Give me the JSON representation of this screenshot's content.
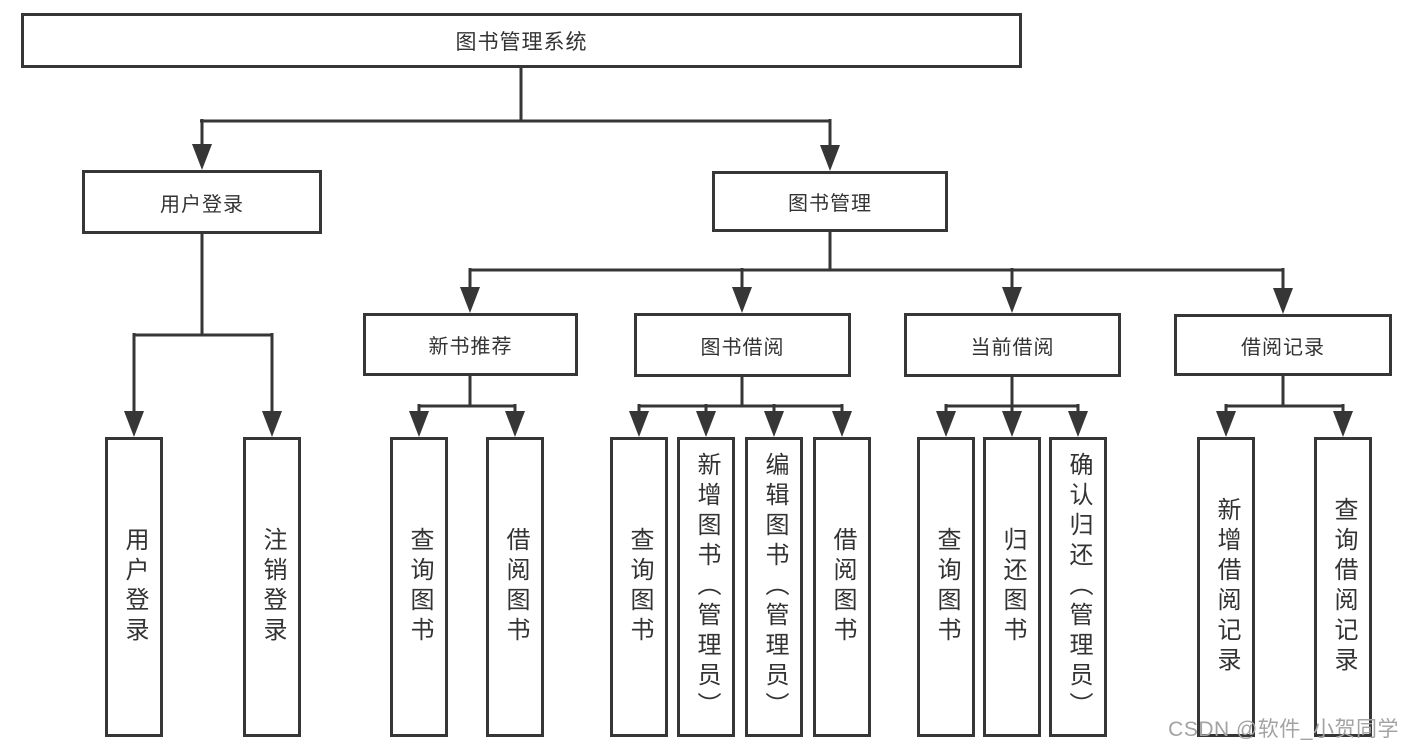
{
  "colors": {
    "background": "#ffffff",
    "line": "#363636",
    "text": "#333333",
    "watermark": "#a3a3a3"
  },
  "diagram": {
    "root": {
      "label": "图书管理系统"
    },
    "branches": [
      {
        "label": "用户登录"
      },
      {
        "label": "图书管理"
      }
    ],
    "modules": [
      {
        "label": "新书推荐"
      },
      {
        "label": "图书借阅"
      },
      {
        "label": "当前借阅"
      },
      {
        "label": "借阅记录"
      }
    ],
    "leaves": [
      {
        "label": "用户登录"
      },
      {
        "label": "注销登录"
      },
      {
        "label": "查询图书"
      },
      {
        "label": "借阅图书"
      },
      {
        "label": "查询图书"
      },
      {
        "label": "新增图书（管理员）"
      },
      {
        "label": "编辑图书（管理员）"
      },
      {
        "label": "借阅图书"
      },
      {
        "label": "查询图书"
      },
      {
        "label": "归还图书"
      },
      {
        "label": "确认归还（管理员）"
      },
      {
        "label": "新增借阅记录"
      },
      {
        "label": "查询借阅记录"
      }
    ]
  },
  "watermark": {
    "text": "CSDN @软件_小贺同学"
  }
}
